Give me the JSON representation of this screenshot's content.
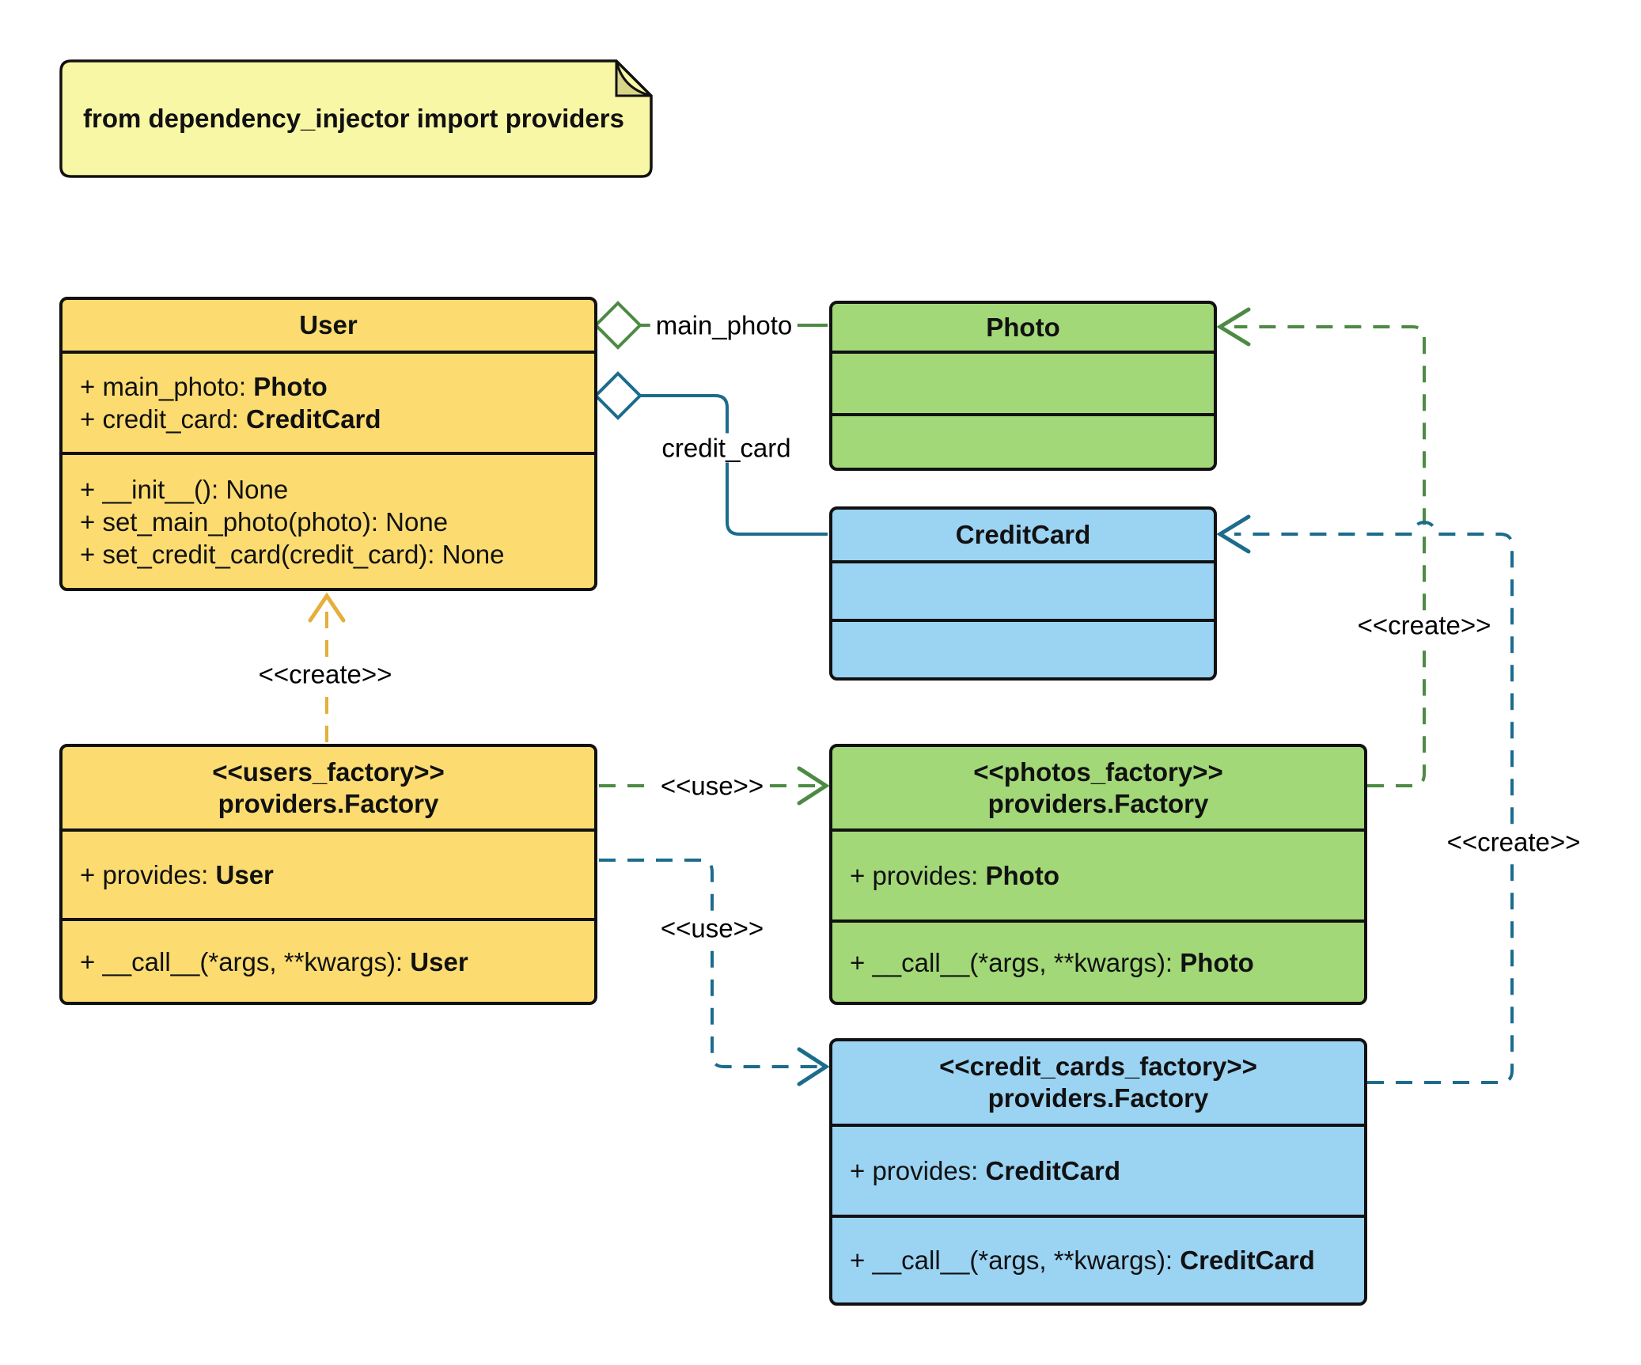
{
  "note": {
    "text": "from dependency_injector import providers"
  },
  "classes": {
    "user": {
      "title": "User",
      "attrs": [
        {
          "t": "+ main_photo: ",
          "b": "Photo"
        },
        {
          "t": "+ credit_card: ",
          "b": "CreditCard"
        }
      ],
      "methods": [
        {
          "t": "+ __init__(): None",
          "b": ""
        },
        {
          "t": "+ set_main_photo(photo): None",
          "b": ""
        },
        {
          "t": "+ set_credit_card(credit_card): None",
          "b": ""
        }
      ]
    },
    "photo": {
      "title": "Photo"
    },
    "credit_card": {
      "title": "CreditCard"
    },
    "users_factory": {
      "stereotype": "<<users_factory>>",
      "title": "providers.Factory",
      "attrs": [
        {
          "t": "+ provides: ",
          "b": "User"
        }
      ],
      "methods": [
        {
          "t": "+ __call__(*args, **kwargs): ",
          "b": "User"
        }
      ]
    },
    "photos_factory": {
      "stereotype": "<<photos_factory>>",
      "title": "providers.Factory",
      "attrs": [
        {
          "t": "+ provides: ",
          "b": "Photo"
        }
      ],
      "methods": [
        {
          "t": "+ __call__(*args, **kwargs): ",
          "b": "Photo"
        }
      ]
    },
    "credit_cards_factory": {
      "stereotype": "<<credit_cards_factory>>",
      "title": "providers.Factory",
      "attrs": [
        {
          "t": "+ provides: ",
          "b": "CreditCard"
        }
      ],
      "methods": [
        {
          "t": "+ __call__(*args, **kwargs): ",
          "b": "CreditCard"
        }
      ]
    }
  },
  "labels": {
    "main_photo": "main_photo",
    "credit_card": "credit_card",
    "create_user": "<<create>>",
    "use_photos": "<<use>>",
    "use_credit_cards": "<<use>>",
    "create_photo": "<<create>>",
    "create_credit_card": "<<create>>"
  },
  "colors": {
    "background": "#FFFFFF",
    "class_yellow": "#FCDC70",
    "class_green": "#A2D877",
    "class_blue": "#9BD3F3",
    "note_yellow": "#F7F7A6",
    "connector_green": "#4D8A44",
    "connector_teal": "#1C6C8C",
    "connector_gold": "#E4AF3A"
  }
}
